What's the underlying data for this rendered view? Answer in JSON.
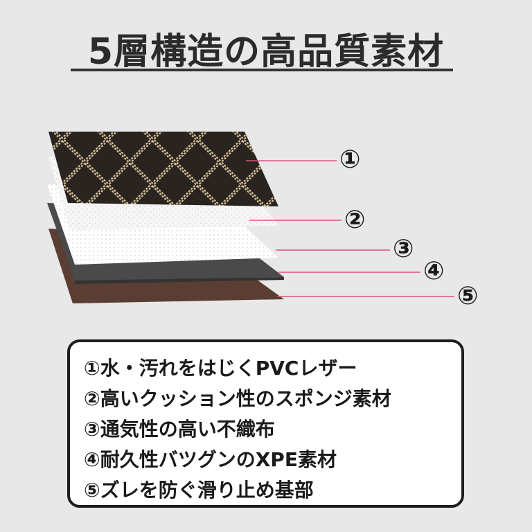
{
  "title": "5層構造の高品質素材",
  "callouts": [
    "①",
    "②",
    "③",
    "④",
    "⑤"
  ],
  "legend": [
    "①水・汚れをはじくPVCレザー",
    "②高いクッション性のスポンジ素材",
    "③通気性の高い不織布",
    "④耐久性バツグンのXPE素材",
    "⑤ズレを防ぐ滑り止め基部"
  ],
  "colors": {
    "background": "#e8e8e8",
    "leader_line": "#e0507a",
    "pvc_leather": "#2a2420",
    "stitching": "#d9c49a",
    "sponge": "#f4f4f4",
    "nonwoven": "#ffffff",
    "xpe": "#4a4a4a",
    "base": "#5a3e33"
  }
}
